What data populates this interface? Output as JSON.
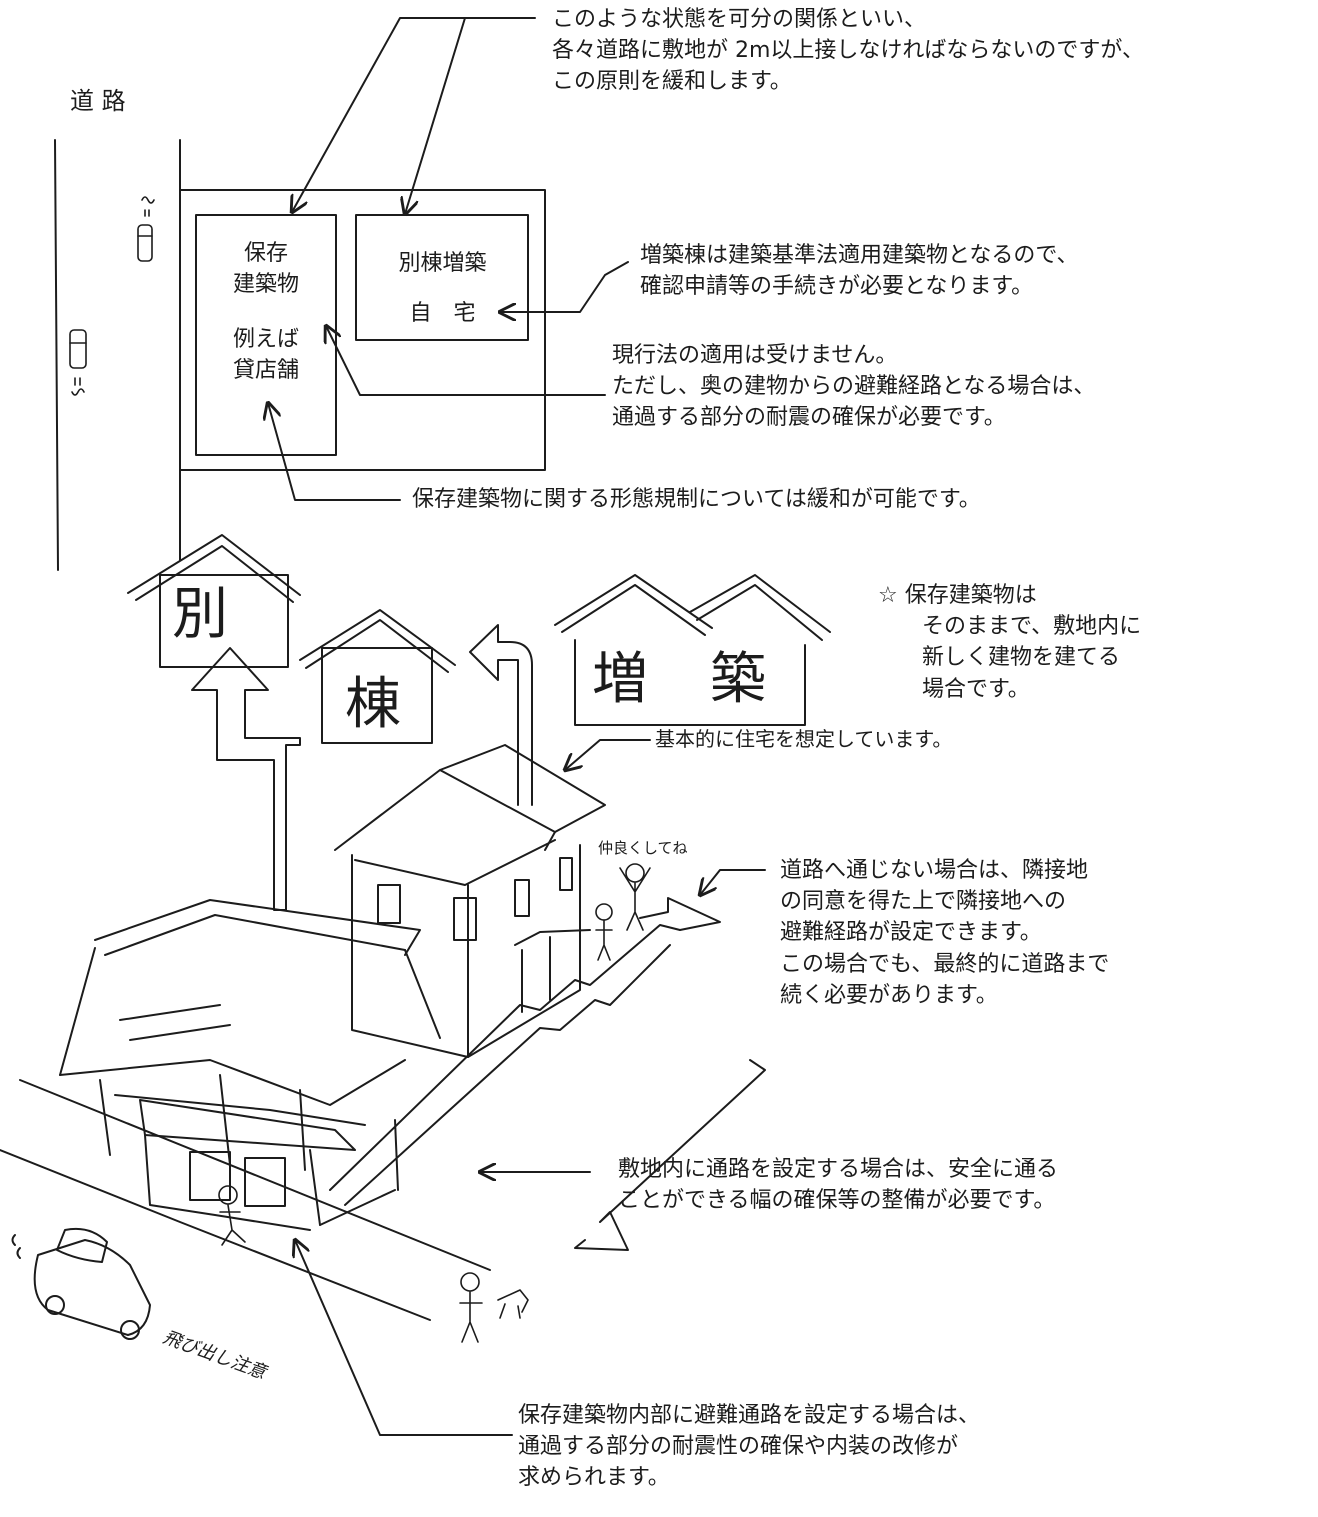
{
  "texts": {
    "road_label": "道 路",
    "top_note": [
      "このような状態を可分の関係といい、",
      "各々道路に敷地が 2m以上接しなければならないのですが、",
      "この原則を緩和します。"
    ],
    "preserved_box": [
      "保存",
      "建築物"
    ],
    "preserved_example": [
      "例えば",
      "貸店舗"
    ],
    "annex_box": [
      "別棟増築"
    ],
    "annex_home": [
      "自　宅"
    ],
    "annex_note": [
      "増築棟は建築基準法適用建築物となるので、",
      "確認申請等の手続きが必要となります。"
    ],
    "current_law_note": [
      "現行法の適用は受けません。",
      "ただし、奥の建物からの避難経路となる場合は、",
      "通過する部分の耐震の確保が必要です。"
    ],
    "form_regulation_note": [
      "保存建築物に関する形態規制については緩和が可能です。"
    ],
    "star_note": [
      "☆  保存建築物は",
      "そのままで、敷地内に",
      "新しく建物を建てる",
      "場合です。"
    ],
    "house_note": [
      "基本的に住宅を想定しています。"
    ],
    "friendly": [
      "仲良くしてね"
    ],
    "neighbor_note": [
      "道路へ通じない場合は、隣接地",
      "の同意を得た上で隣接地への",
      "避難経路が設定できます。",
      "この場合でも、最終的に道路まで",
      "続く必要があります。"
    ],
    "passage_note": [
      "敷地内に通路を設定する場合は、安全に通る",
      "ことができる幅の確保等の整備が必要です。"
    ],
    "caution": [
      "飛び出し注意"
    ],
    "internal_route_note": [
      "保存建築物内部に避難通路を設定する場合は、",
      "通過する部分の耐震性の確保や内装の改修が",
      "求められます。"
    ],
    "big_chars": {
      "betsu": "別",
      "tou": "棟",
      "zou": "増",
      "chiku": "築"
    }
  },
  "icons": [
    "car-icon",
    "person-icon",
    "dog-icon",
    "house-icon",
    "storehouse-icon",
    "arrow-icon"
  ],
  "colors": {
    "ink": "#1c1c1c",
    "paper": "#ffffff"
  }
}
